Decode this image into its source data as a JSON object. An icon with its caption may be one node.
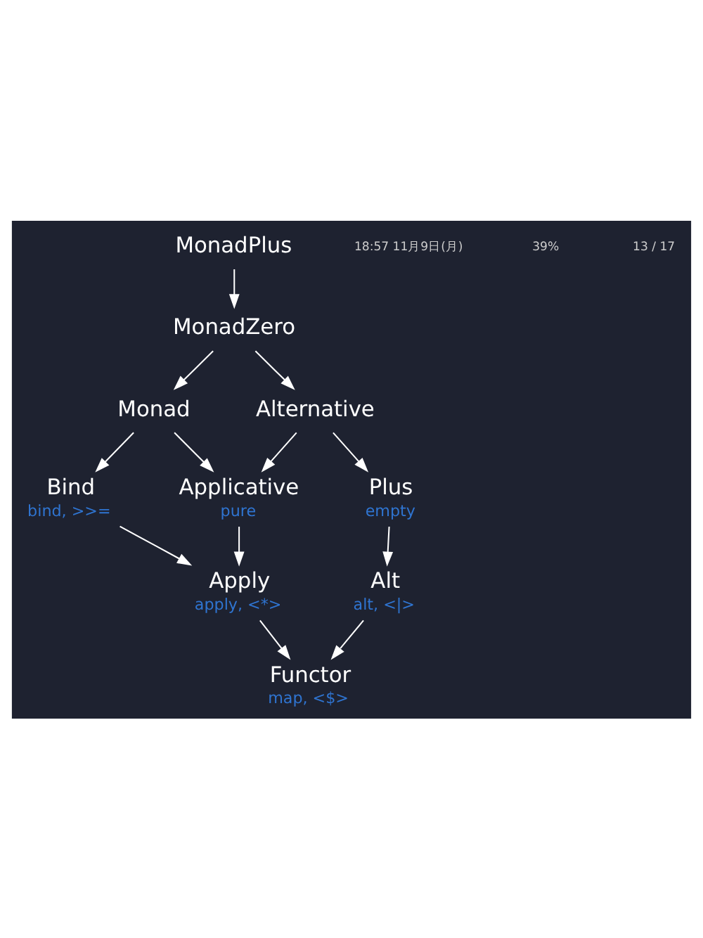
{
  "diagram": {
    "nodes": [
      {
        "text": [
          "MonadPlus"
        ]
      },
      {
        "text": [
          "MonadZero"
        ]
      },
      {
        "text": [
          "Monad"
        ]
      },
      {
        "text": [
          "Alternative"
        ]
      },
      {
        "text": [
          "Applicative"
        ],
        "beside": [
          "pure"
        ]
      },
      {
        "text": [
          "Bind"
        ],
        "beside": [
          "bind, >>="
        ]
      },
      {
        "text": [
          "Plus"
        ],
        "beside": [
          "empty"
        ]
      },
      {
        "text": [
          "Apply"
        ],
        "beside": [
          "apply, <*>"
        ]
      },
      {
        "text": [
          "Alt"
        ],
        "beside": [
          "alt, <|>"
        ]
      },
      {
        "text": [
          "Functor"
        ],
        "beside": [
          "map, <$>"
        ]
      }
    ],
    "edges": [
      {
        "from": 0,
        "to": 1,
        "arrow": "to"
      },
      {
        "from": 1,
        "to": 2,
        "arrow": "to"
      },
      {
        "from": 1,
        "to": 3,
        "arrow": "to"
      },
      {
        "from": 2,
        "to": 4,
        "arrow": "to"
      },
      {
        "from": 2,
        "to": 5,
        "arrow": "to"
      },
      {
        "from": 3,
        "to": 4,
        "arrow": "to"
      },
      {
        "from": 3,
        "to": 6,
        "arrow": "to"
      },
      {
        "from": 4,
        "to": 7,
        "arrow": "to"
      },
      {
        "from": 5,
        "to": 7,
        "arrow": "to"
      },
      {
        "from": 6,
        "to": 8,
        "arrow": "to"
      },
      {
        "from": 7,
        "to": 9,
        "arrow": "to"
      },
      {
        "from": 8,
        "to": 9,
        "arrow": "to"
      }
    ],
    "labels": [
      "18:57 11月9日(月)",
      "39%",
      "13 / 17"
    ]
  }
}
